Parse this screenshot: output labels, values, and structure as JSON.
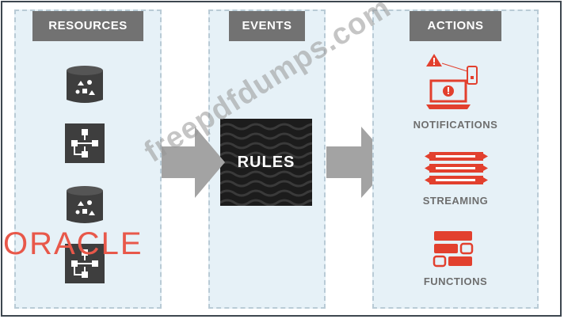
{
  "panels": {
    "resources": {
      "title": "RESOURCES",
      "icons": [
        "database-icon",
        "workflow-icon",
        "database-icon",
        "workflow-icon"
      ]
    },
    "events": {
      "title": "EVENTS",
      "rules_label": "RULES"
    },
    "actions": {
      "title": "ACTIONS",
      "items": [
        {
          "label": "NOTIFICATIONS",
          "icon": "notification-laptop-icon"
        },
        {
          "label": "STREAMING",
          "icon": "streaming-icon"
        },
        {
          "label": "FUNCTIONS",
          "icon": "functions-icon"
        }
      ]
    }
  },
  "colors": {
    "panel_bg": "#e6f1f7",
    "header_bg": "#727272",
    "accent_red": "#e2402e",
    "arrow_gray": "#a3a3a3",
    "rules_bg": "#1c1c1c"
  },
  "logo_text": "ORACLE",
  "watermark": "freepdfdumps.com"
}
